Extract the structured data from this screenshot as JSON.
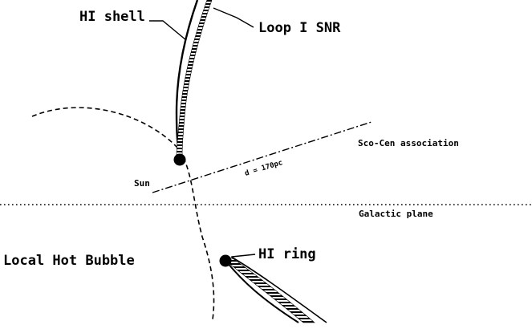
{
  "labels": {
    "hi_shell": "HI shell",
    "loop_snr": "Loop I SNR",
    "sco_cen": "Sco-Cen association",
    "distance": "d = 170pc",
    "sun": "Sun",
    "galactic_plane": "Galactic plane",
    "local_hot_bubble": "Local Hot Bubble",
    "hi_ring": "HI ring"
  }
}
